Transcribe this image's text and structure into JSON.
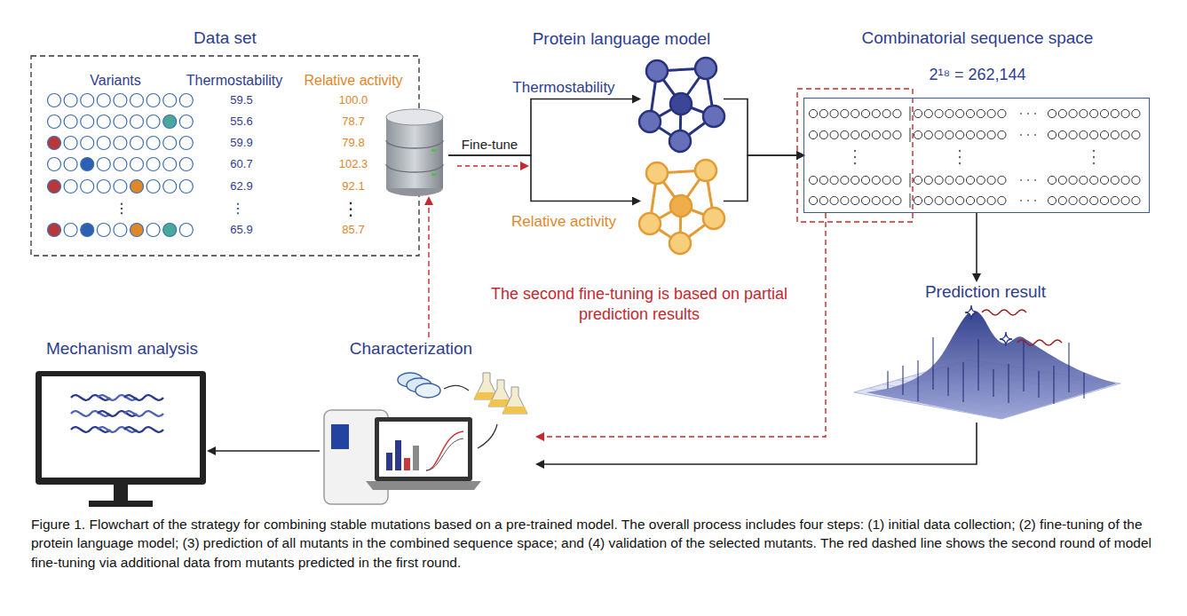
{
  "diagram": {
    "caption": "Figure 1. Flowchart of the strategy for combining stable mutations based on a pre-trained model. The overall process includes four steps: (1) initial data collection; (2) fine-tuning of the protein language model; (3) prediction of all mutants in the combined sequence space; and (4) validation of the selected mutants. The red dashed line shows the second round of model fine-tuning via additional data from mutants predicted in the first round.",
    "nodes": [
      {
        "text": [
          "Data set"
        ]
      },
      {
        "text": [
          "Thermostability"
        ]
      },
      {
        "text": [
          "Relative activity"
        ]
      },
      {
        "text": [
          "Combinatorial sequence space",
          "2¹⁸ = 262,144"
        ]
      },
      {
        "text": [
          "Prediction result"
        ]
      },
      {
        "text": [
          "Characterization"
        ]
      },
      {
        "text": [
          "Mechanism analysis"
        ]
      }
    ],
    "edges": [
      {
        "from": 0,
        "to": 1,
        "label": "Fine-tune",
        "arrow": "to"
      },
      {
        "from": 0,
        "to": 2,
        "arrow": "to"
      },
      {
        "from": 1,
        "to": 3,
        "arrow": "to"
      },
      {
        "from": 2,
        "to": 3,
        "arrow": "to"
      },
      {
        "from": 3,
        "to": 4,
        "arrow": "to"
      },
      {
        "from": 4,
        "to": 5,
        "arrow": "to"
      },
      {
        "from": 5,
        "to": 6,
        "arrow": "to"
      },
      {
        "from": 3,
        "to": 5,
        "arrow": "to"
      },
      {
        "from": 5,
        "to": 0,
        "arrow": "to"
      }
    ],
    "labels": [
      "Variants",
      "Thermostability",
      "Relative activity",
      "59.5",
      "100.0",
      "55.6",
      "78.7",
      "59.9",
      "79.8",
      "60.7",
      "102.3",
      "62.9",
      "92.1",
      "⋮",
      "⋮",
      "⋮",
      "65.9",
      "85.7",
      "Protein language model",
      "The second fine-tuning is based on partial prediction results"
    ]
  }
}
